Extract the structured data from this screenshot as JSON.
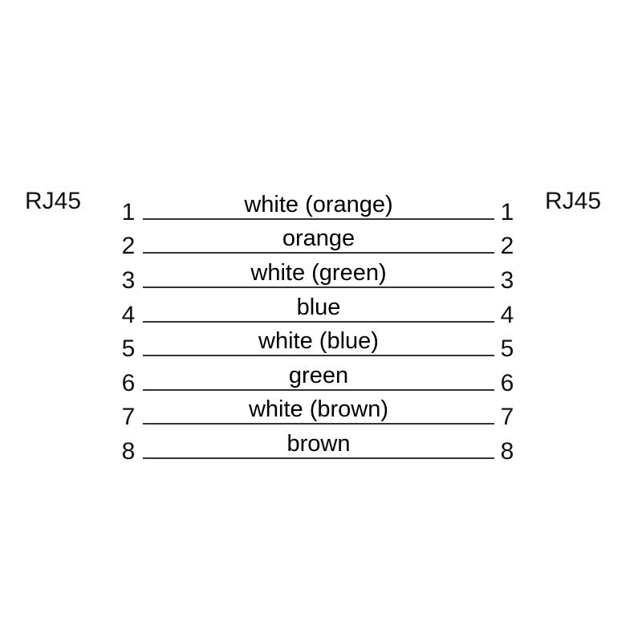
{
  "diagram": {
    "title_left": "RJ45",
    "title_right": "RJ45",
    "line_color": "#333333",
    "text_color": "#000000",
    "background": "#ffffff",
    "wires": [
      {
        "pin_left": "1",
        "pin_right": "1",
        "label": "white (orange)"
      },
      {
        "pin_left": "2",
        "pin_right": "2",
        "label": "orange"
      },
      {
        "pin_left": "3",
        "pin_right": "3",
        "label": "white (green)"
      },
      {
        "pin_left": "4",
        "pin_right": "4",
        "label": "blue"
      },
      {
        "pin_left": "5",
        "pin_right": "5",
        "label": "white (blue)"
      },
      {
        "pin_left": "6",
        "pin_right": "6",
        "label": "green"
      },
      {
        "pin_left": "7",
        "pin_right": "7",
        "label": "white (brown)"
      },
      {
        "pin_left": "8",
        "pin_right": "8",
        "label": "brown"
      }
    ]
  }
}
